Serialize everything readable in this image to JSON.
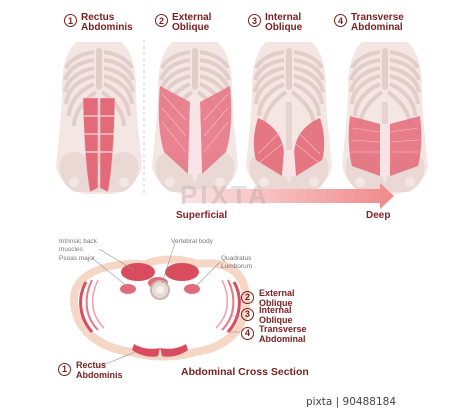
{
  "panels": [
    {
      "num": "1",
      "line1": "Rectus",
      "line2": "Abdominis"
    },
    {
      "num": "2",
      "line1": "External",
      "line2": "Oblique"
    },
    {
      "num": "3",
      "line1": "Internal",
      "line2": "Oblique"
    },
    {
      "num": "4",
      "line1": "Transverse",
      "line2": "Abdominal"
    }
  ],
  "flow": {
    "start_label": "Superficial",
    "end_label": "Deep"
  },
  "cross_section": {
    "title": "Abdominal Cross Section",
    "callouts": {
      "intrinsic_back_1": "Intrinsic back",
      "intrinsic_back_2": "muscles",
      "psoas": "Psoas major",
      "vertebral": "Vertebral body",
      "quadratus_1": "Quadratus",
      "quadratus_2": "Lumborum"
    },
    "legend": [
      {
        "num": "2",
        "line1": "External",
        "line2": "Oblique"
      },
      {
        "num": "3",
        "line1": "Internal",
        "line2": "Oblique"
      },
      {
        "num": "4",
        "line1": "Transverse",
        "line2": "Abdominal"
      }
    ],
    "rectus": {
      "num": "1",
      "line1": "Rectus",
      "line2": "Abdominis"
    }
  },
  "watermark": "PIXTA",
  "stock_id": "pixta | 90488184",
  "colors": {
    "muscle": "#e36a78",
    "muscle_light": "#f4b3bc",
    "bone": "#ead8d4",
    "dark_red": "#7a1f1f",
    "arrow": "#f2a6a6"
  }
}
